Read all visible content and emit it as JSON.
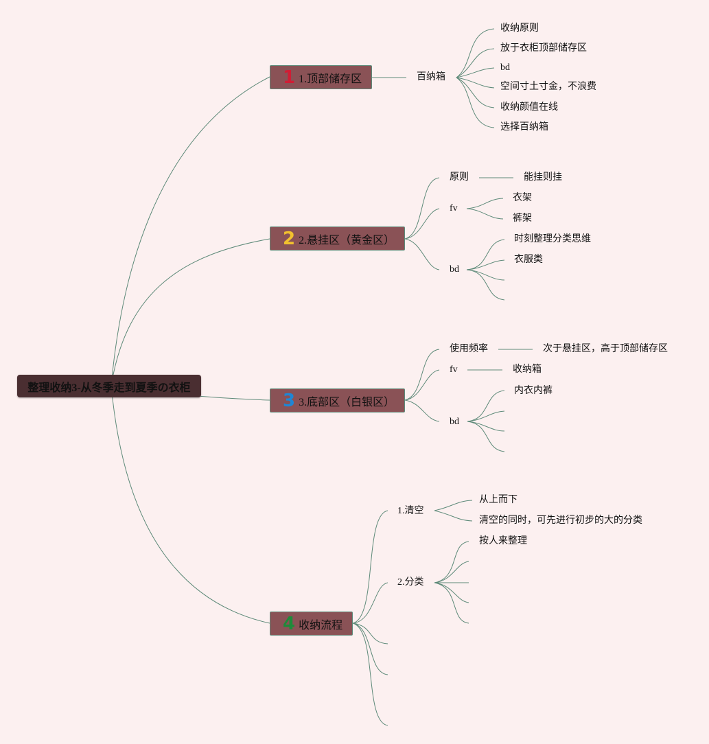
{
  "root": {
    "title": "整理收纳3-从冬季走到夏季の衣柜"
  },
  "branches": [
    {
      "number": "1",
      "number_color": "#d01e35",
      "label": "1.顶部储存区",
      "sub": {
        "label": "百纳箱",
        "items": [
          "收纳原则",
          "放于衣柜顶部储存区",
          "bd",
          "空间寸土寸金，不浪费",
          "收纳颜值在线",
          "选择百纳箱"
        ]
      }
    },
    {
      "number": "2",
      "number_color": "#f2c12e",
      "label": "2.悬挂区（黄金区）",
      "children": [
        {
          "label": "原则",
          "value": "能挂则挂"
        },
        {
          "label": "fv",
          "items": [
            "衣架",
            "裤架"
          ]
        },
        {
          "label": "bd",
          "items": [
            "时刻整理分类思维",
            "衣服类"
          ]
        }
      ]
    },
    {
      "number": "3",
      "number_color": "#1f86d4",
      "label": "3.底部区（白银区）",
      "children": [
        {
          "label": "使用频率",
          "value": "次于悬挂区，高于顶部储存区"
        },
        {
          "label": "fv",
          "value": "收纳箱"
        },
        {
          "label": "bd",
          "items": [
            "内衣内裤"
          ]
        }
      ]
    },
    {
      "number": "4",
      "number_color": "#1e8a3a",
      "label": "收纳流程",
      "children": [
        {
          "label": "1.清空",
          "items": [
            "从上而下",
            "清空的同时，可先进行初步的大的分类"
          ]
        },
        {
          "label": "2.分类",
          "items": [
            "按人来整理"
          ]
        }
      ]
    }
  ],
  "colors": {
    "background": "#fcf0f0",
    "root_fill": "#4a2e31",
    "branch_fill": "#8a5256",
    "connector": "#5e8a79"
  }
}
